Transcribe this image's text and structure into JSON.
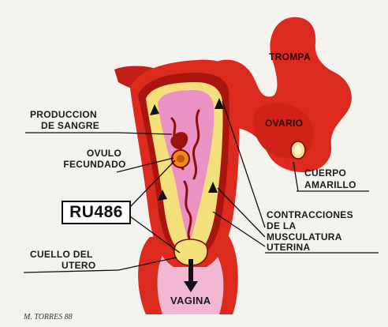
{
  "labels": {
    "trompa": "TROMPA",
    "ovario": "OVARIO",
    "produccion_line1": "PRODUCCION",
    "produccion_line2": "DE SANGRE",
    "ovulo_line1": "OVULO",
    "ovulo_line2": "FECUNDADO",
    "cuerpo_line1": "CUERPO",
    "cuerpo_line2": "AMARILLO",
    "contracciones_line1": "CONTRACCIONES",
    "contracciones_line2": "DE LA",
    "contracciones_line3": "MUSCULATURA",
    "contracciones_line4": "UTERINA",
    "cuello_line1": "CUELLO DEL",
    "cuello_line2": "UTERO",
    "vagina": "VAGINA"
  },
  "badge": "RU486",
  "signature": "M. TORRES 88",
  "colors": {
    "muscle_red": "#dc2a1e",
    "dark_red": "#7a0d0a",
    "endometrium_yellow": "#f3e07a",
    "cavity_pink": "#ea92c4",
    "vagina_pink": "#f2b8d2",
    "ovum_orange": "#f08a1c",
    "background": "#f4f2ee"
  }
}
